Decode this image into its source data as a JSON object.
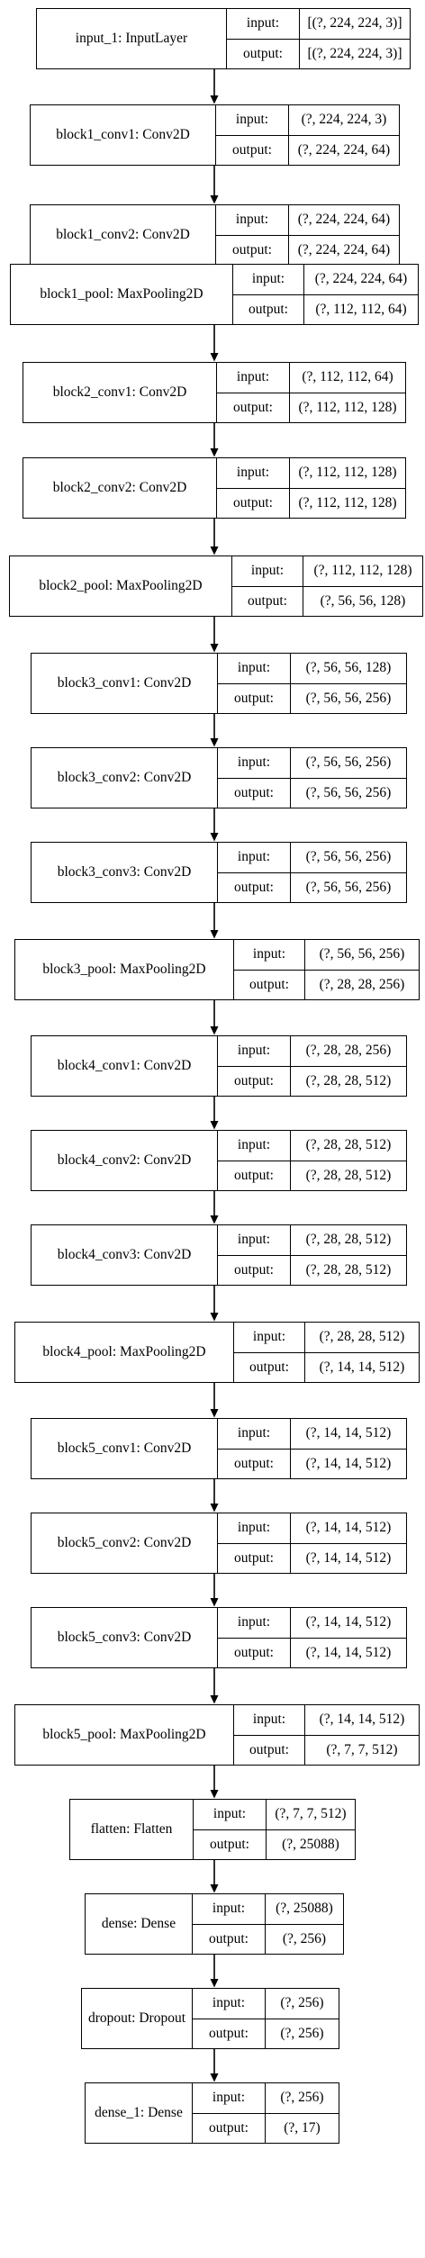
{
  "labels": {
    "input": "input:",
    "output": "output:"
  },
  "layers": [
    {
      "name": "input_1: InputLayer",
      "input": "[(?, 224, 224, 3)]",
      "output": "[(?, 224, 224, 3)]"
    },
    {
      "name": "block1_conv1: Conv2D",
      "input": "(?, 224, 224, 3)",
      "output": "(?, 224, 224, 64)"
    },
    {
      "name": "block1_conv2: Conv2D",
      "input": "(?, 224, 224, 64)",
      "output": "(?, 224, 224, 64)"
    },
    {
      "name": "block1_pool: MaxPooling2D",
      "input": "(?, 224, 224, 64)",
      "output": "(?, 112, 112, 64)"
    },
    {
      "name": "block2_conv1: Conv2D",
      "input": "(?, 112, 112, 64)",
      "output": "(?, 112, 112, 128)"
    },
    {
      "name": "block2_conv2: Conv2D",
      "input": "(?, 112, 112, 128)",
      "output": "(?, 112, 112, 128)"
    },
    {
      "name": "block2_pool: MaxPooling2D",
      "input": "(?, 112, 112, 128)",
      "output": "(?, 56, 56, 128)"
    },
    {
      "name": "block3_conv1: Conv2D",
      "input": "(?, 56, 56, 128)",
      "output": "(?, 56, 56, 256)"
    },
    {
      "name": "block3_conv2: Conv2D",
      "input": "(?, 56, 56, 256)",
      "output": "(?, 56, 56, 256)"
    },
    {
      "name": "block3_conv3: Conv2D",
      "input": "(?, 56, 56, 256)",
      "output": "(?, 56, 56, 256)"
    },
    {
      "name": "block3_pool: MaxPooling2D",
      "input": "(?, 56, 56, 256)",
      "output": "(?, 28, 28, 256)"
    },
    {
      "name": "block4_conv1: Conv2D",
      "input": "(?, 28, 28, 256)",
      "output": "(?, 28, 28, 512)"
    },
    {
      "name": "block4_conv2: Conv2D",
      "input": "(?, 28, 28, 512)",
      "output": "(?, 28, 28, 512)"
    },
    {
      "name": "block4_conv3: Conv2D",
      "input": "(?, 28, 28, 512)",
      "output": "(?, 28, 28, 512)"
    },
    {
      "name": "block4_pool: MaxPooling2D",
      "input": "(?, 28, 28, 512)",
      "output": "(?, 14, 14, 512)"
    },
    {
      "name": "block5_conv1: Conv2D",
      "input": "(?, 14, 14, 512)",
      "output": "(?, 14, 14, 512)"
    },
    {
      "name": "block5_conv2: Conv2D",
      "input": "(?, 14, 14, 512)",
      "output": "(?, 14, 14, 512)"
    },
    {
      "name": "block5_conv3: Conv2D",
      "input": "(?, 14, 14, 512)",
      "output": "(?, 14, 14, 512)"
    },
    {
      "name": "block5_pool: MaxPooling2D",
      "input": "(?, 14, 14, 512)",
      "output": "(?, 7, 7, 512)"
    },
    {
      "name": "flatten: Flatten",
      "input": "(?, 7, 7, 512)",
      "output": "(?, 25088)"
    },
    {
      "name": "dense: Dense",
      "input": "(?, 25088)",
      "output": "(?, 256)"
    },
    {
      "name": "dropout: Dropout",
      "input": "(?, 256)",
      "output": "(?, 256)"
    },
    {
      "name": "dense_1: Dense",
      "input": "(?, 256)",
      "output": "(?, 17)"
    }
  ]
}
